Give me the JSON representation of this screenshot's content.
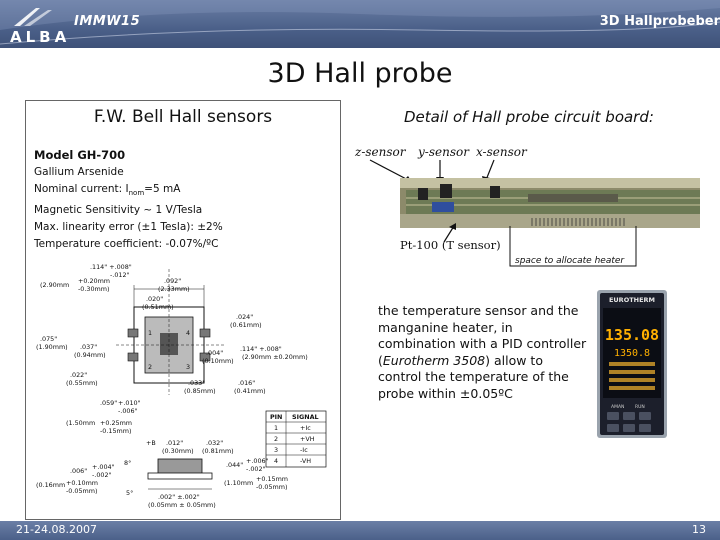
{
  "header": {
    "conference": "IMMW15",
    "logo": "ALBA",
    "right_title": "3D Hallprobeber"
  },
  "title": "3D Hall probe",
  "left_panel": {
    "heading": "F.W. Bell Hall sensors",
    "model": "Model GH-700",
    "specs": [
      "Gallium Arsenide",
      "Nominal current: I",
      "nom",
      "=5 mA",
      "Magnetic Sensitivity ~ 1 V/Tesla",
      "Max. linearity error (±1 Tesla): ±2%",
      "Temperature coefficient: -0.07%/ºC"
    ],
    "pin_table": {
      "headers": [
        "PIN",
        "SIGNAL"
      ],
      "rows": [
        [
          "1",
          "+Ic"
        ],
        [
          "2",
          "+VH"
        ],
        [
          "3",
          "-Ic"
        ],
        [
          "4",
          "-VH"
        ]
      ]
    }
  },
  "right": {
    "detail_heading": "Detail of Hall probe circuit board:",
    "sensor_labels": [
      "z-sensor",
      "y-sensor",
      "x-sensor"
    ],
    "pt100": "Pt-100 (T sensor)",
    "space_label": "space to allocate heater",
    "paragraph_1": "the temperature sensor and the manganine heater, in combination with a PID controller (",
    "paragraph_italic": "Eurotherm 3508",
    "paragraph_2": ") allow to control the temperature of the probe within ±0.05ºC",
    "controller": {
      "brand": "EUROTHERM",
      "display_main": "135.08",
      "display_sub": "1350.8",
      "buttons": [
        "AMAN",
        "RUN"
      ]
    }
  },
  "footer": {
    "date": "21-24.08.2007",
    "page": "13"
  }
}
